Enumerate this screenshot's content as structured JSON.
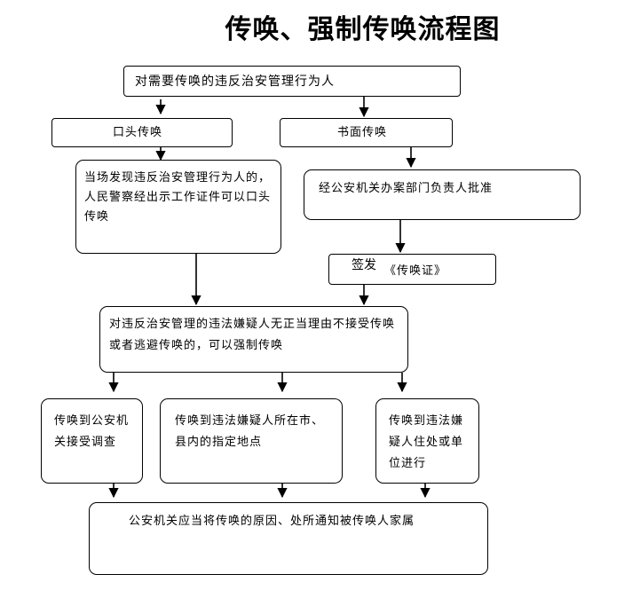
{
  "title": "传唤、强制传唤流程图",
  "nodes": {
    "start": "对需要传唤的违反治安管理行为人",
    "verbal": "口头传唤",
    "written": "书面传唤",
    "verbal_detail": "当场发现违反治安管理行为人的，人民警察经出示工作证件可以口头传唤",
    "approval": "经公安机关办案部门负责人批准",
    "sign_label": "签发",
    "summons_cert": "《传唤证》",
    "compulsory": "对违反治安管理的违法嫌疑人无正当理由不接受传唤或者逃避传唤的，可以强制传唤",
    "to_police": "传唤到公安机关接受调查",
    "to_city": "传唤到违法嫌疑人所在市、县内的指定地点",
    "to_residence": "传唤到违法嫌疑人住处或单位进行",
    "notify": "公安机关应当将传唤的原因、处所通知被传唤人家属"
  }
}
